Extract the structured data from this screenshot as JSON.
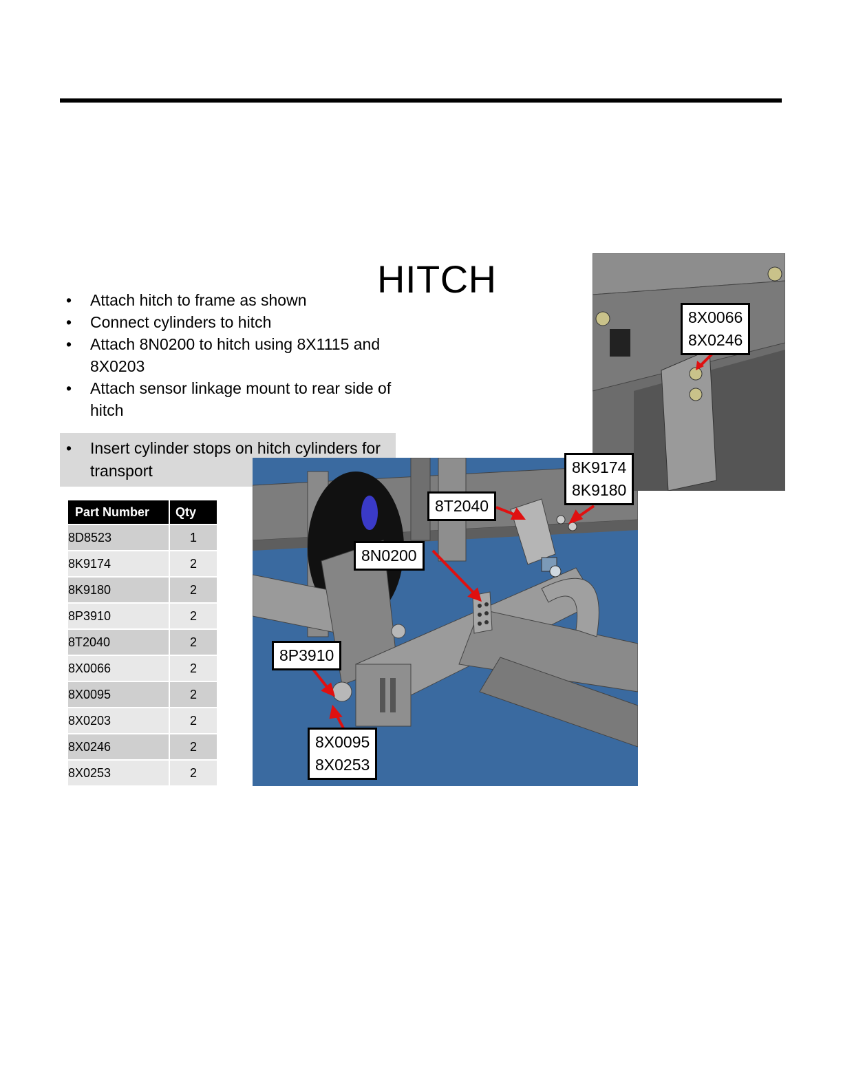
{
  "page": {
    "title": "HITCH",
    "steps": [
      "Attach hitch to frame as shown",
      "Connect cylinders to hitch",
      "Attach 8N0200 to hitch using 8X1115 and 8X0203",
      "Attach sensor linkage mount to rear side of hitch"
    ],
    "note_bullet": "•",
    "note": "Insert cylinder stops on hitch cylinders for transport"
  },
  "parts_table": {
    "headers": {
      "part_number": "Part Number",
      "qty": "Qty"
    },
    "rows": [
      {
        "part": "8D8523",
        "qty": "1"
      },
      {
        "part": "8K9174",
        "qty": "2"
      },
      {
        "part": "8K9180",
        "qty": "2"
      },
      {
        "part": "8P3910",
        "qty": "2"
      },
      {
        "part": "8T2040",
        "qty": "2"
      },
      {
        "part": "8X0066",
        "qty": "2"
      },
      {
        "part": "8X0095",
        "qty": "2"
      },
      {
        "part": "8X0203",
        "qty": "2"
      },
      {
        "part": "8X0246",
        "qty": "2"
      },
      {
        "part": "8X0253",
        "qty": "2"
      }
    ]
  },
  "callouts": {
    "c_8x0066": "8X0066",
    "c_8x0246": "8X0246",
    "c_8k9174": "8K9174",
    "c_8k9180": "8K9180",
    "c_8t2040": "8T2040",
    "c_8n0200": "8N0200",
    "c_8p3910": "8P3910",
    "c_8x0095": "8X0095",
    "c_8x0253": "8X0253"
  },
  "colors": {
    "background_blue": "#3a6aa0",
    "steel_gray": "#8c8c8c",
    "arrow_red": "#e01010",
    "table_header": "#000000",
    "row_dark": "#cfcfcf",
    "row_light": "#e8e8e8",
    "note_background": "#d9d9d9"
  }
}
